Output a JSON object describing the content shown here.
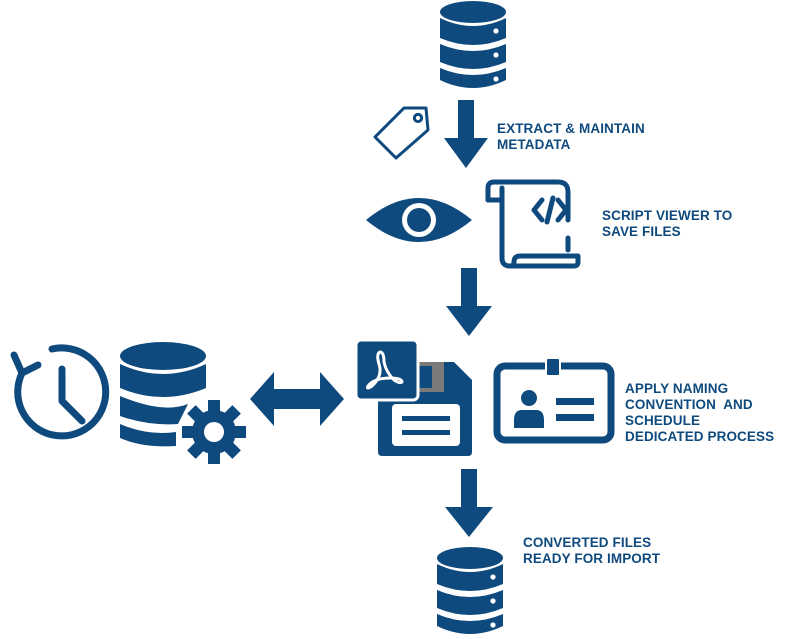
{
  "diagram": {
    "title": "Metadata extraction and file conversion workflow",
    "accent_color": "#0f4a7e",
    "secondary_color": "#7a7a7a",
    "nodes": [
      {
        "id": "source-database",
        "icon": "database-icon",
        "label": ""
      },
      {
        "id": "extract-metadata",
        "icon": "tag-icon",
        "label_lines": [
          "EXTRACT & MAINTAIN",
          "METADATA"
        ]
      },
      {
        "id": "script-viewer",
        "icons": [
          "eye-icon",
          "code-scroll-icon"
        ],
        "label_lines": [
          "SCRIPT VIEWER TO",
          "SAVE FILES"
        ]
      },
      {
        "id": "scheduler",
        "icons": [
          "clock-history-icon",
          "database-gear-icon"
        ],
        "label": ""
      },
      {
        "id": "naming-convention",
        "icons": [
          "pdf-icon",
          "floppy-disk-icon",
          "id-card-icon"
        ],
        "label_lines": [
          "APPLY NAMING",
          "CONVENTION  AND",
          "SCHEDULE",
          "DEDICATED PROCESS"
        ]
      },
      {
        "id": "converted-files",
        "icon": "database-icon",
        "label_lines": [
          "CONVERTED FILES",
          "READY FOR IMPORT"
        ]
      }
    ],
    "edges": [
      {
        "from": "source-database",
        "to": "script-viewer",
        "type": "down-arrow"
      },
      {
        "from": "script-viewer",
        "to": "naming-convention",
        "type": "down-arrow"
      },
      {
        "from": "scheduler",
        "to": "naming-convention",
        "type": "bidirectional-arrow"
      },
      {
        "from": "naming-convention",
        "to": "converted-files",
        "type": "down-arrow"
      }
    ]
  }
}
